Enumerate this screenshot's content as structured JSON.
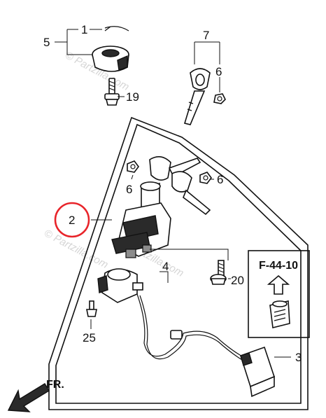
{
  "callouts": {
    "c1": "1",
    "c2": "2",
    "c3": "3",
    "c4": "4",
    "c5": "5",
    "c6a": "6",
    "c6b": "6",
    "c6c": "6",
    "c7": "7",
    "c19": "19",
    "c20": "20",
    "c25": "25"
  },
  "reference": {
    "code": "F-44-10"
  },
  "direction": {
    "label": "FR."
  },
  "watermark": {
    "text": "© Partzilla.com"
  },
  "highlight": {
    "color": "#e8242a",
    "target": "2"
  }
}
